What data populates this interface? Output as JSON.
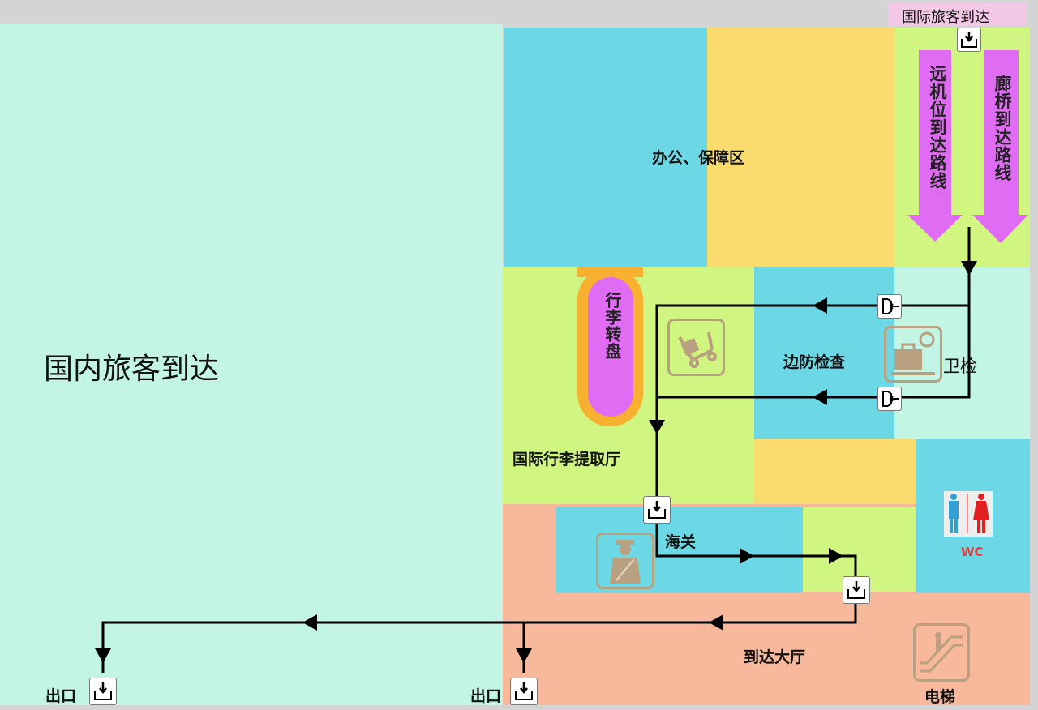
{
  "colors": {
    "mint": "#c2f5e4",
    "blue": "#6cd8e6",
    "yellow": "#fadb6e",
    "green": "#d0f580",
    "salmon": "#f8b89c",
    "pink": "#f2c8e6",
    "magenta": "#e06cf4",
    "orange": "#f8b030",
    "route": "#000000"
  },
  "labels": {
    "intl_arrivals": "国际旅客到达",
    "domestic_arrivals": "国内旅客到达",
    "office": "办公、保障区",
    "remote_stand": "远机位到达路线",
    "jet_bridge": "廊桥到达路线",
    "carousel": "行李转盘",
    "border_check": "边防检查",
    "quarantine": "卫检",
    "baggage_hall": "国际行李提取厅",
    "customs": "海关",
    "wc": "WC",
    "arrival_hall": "到达大厅",
    "elevator": "电梯",
    "exit1": "出口",
    "exit2": "出口"
  },
  "icons": [
    "entry-gate-icon",
    "exit-door-icon",
    "baggage-cart-icon",
    "luggage-scale-icon",
    "customs-officer-icon",
    "restroom-icon",
    "escalator-icon"
  ]
}
